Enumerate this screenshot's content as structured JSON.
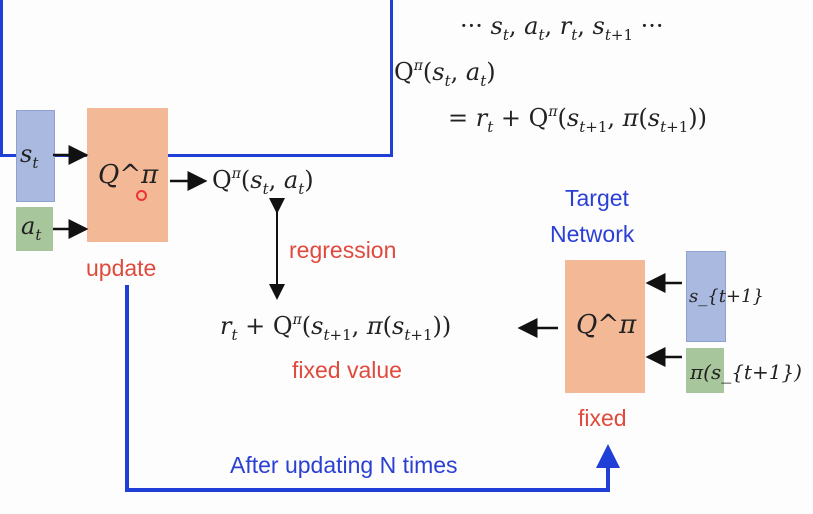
{
  "formula_box": {
    "sequence": "··· s_t, a_t, r_t, s_{t+1} ···",
    "lhs": "Q^π(s_t, a_t)",
    "rhs": "= r_t + Q^π(s_{t+1}, π(s_{t+1}))"
  },
  "left_network": {
    "input_state": "s_t",
    "input_action": "a_t",
    "network": "Q^π",
    "output": "Q^π(s_t, a_t)",
    "label": "update"
  },
  "regression_label": "regression",
  "target_expression": "r_t + Q^π(s_{t+1}, π(s_{t+1}))",
  "fixed_value_label": "fixed value",
  "target_network": {
    "title_line1": "Target",
    "title_line2": "Network",
    "network": "Q^π",
    "input_state": "s_{t+1}",
    "input_action": "π(s_{t+1})",
    "label": "fixed"
  },
  "loop_label": "After updating N times",
  "colors": {
    "state": "#a9b9df",
    "action": "#a8c69b",
    "network": "#f3b896",
    "red": "#e04a3c",
    "blue": "#1f3fd6"
  }
}
